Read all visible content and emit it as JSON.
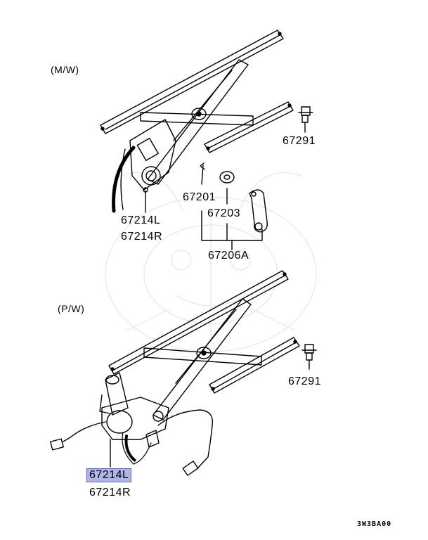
{
  "sections": {
    "manual": "(M/W)",
    "power": "(P/W)"
  },
  "parts": {
    "mw_bolt": "67291",
    "mw_regulator_l": "67214L",
    "mw_regulator_r": "67214R",
    "clip": "67201",
    "washer": "67203",
    "handle": "67206A",
    "pw_bolt": "67291",
    "pw_regulator_l": "67214L",
    "pw_regulator_r": "67214R"
  },
  "diagram_code": "3W3BA00",
  "highlight_color": "#aeb5e9"
}
